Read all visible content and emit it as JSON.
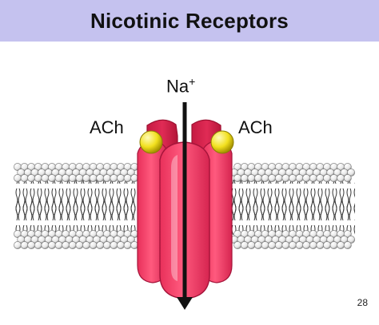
{
  "slide": {
    "title": "Nicotinic Receptors",
    "page_number": "28"
  },
  "diagram": {
    "ion_label": "Na",
    "ion_charge": "+",
    "ligand_left": "ACh",
    "ligand_right": "ACh"
  },
  "colors": {
    "title_bar": "#c5c2ef",
    "receptor": "#f03c64",
    "ligand": "#f2e01e",
    "membrane_head": "#f4f4f4",
    "arrow": "#111111"
  },
  "icons": {
    "arrow": "down-arrow-icon"
  }
}
